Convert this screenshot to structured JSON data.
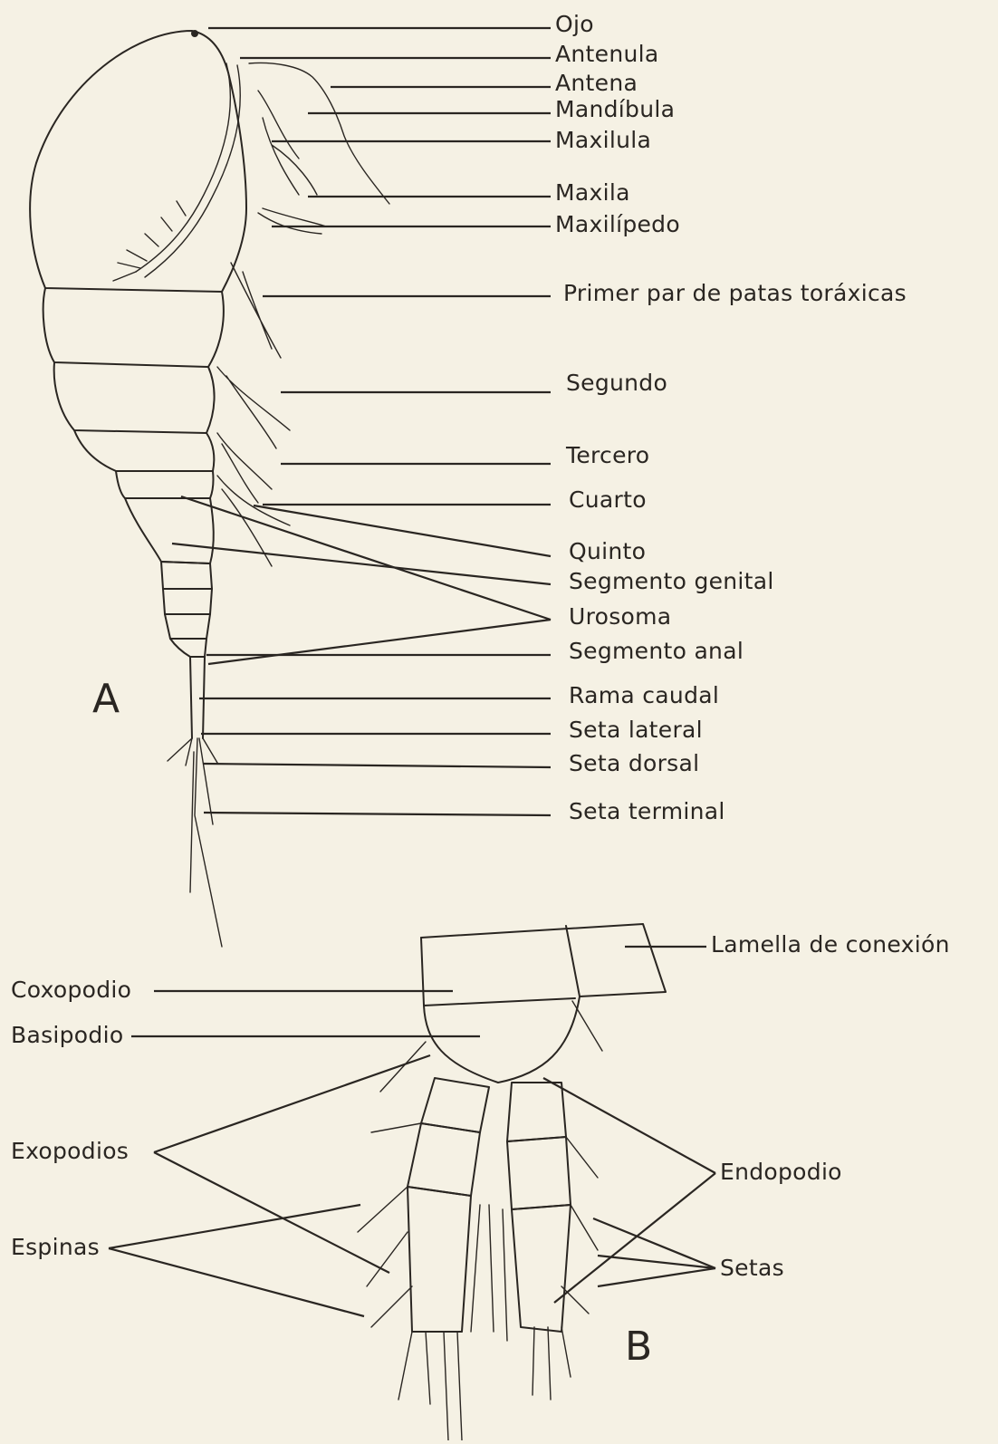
{
  "panels": {
    "a": "A",
    "b": "B"
  },
  "labels_a": [
    "Ojo",
    "Antenula",
    "Antena",
    "Mandíbula",
    "Maxilula",
    "Maxila",
    "Maxilípedo",
    "Primer par de patas toráxicas",
    "Segundo",
    "Tercero",
    "Cuarto",
    "Quinto",
    "Segmento genital",
    "Urosoma",
    "Segmento anal",
    "Rama caudal",
    "Seta lateral",
    "Seta dorsal",
    "Seta terminal"
  ],
  "labels_b": {
    "lamella": "Lamella de conexión",
    "coxopodio": "Coxopodio",
    "basipodio": "Basipodio",
    "exopodios": "Exopodios",
    "espinas": "Espinas",
    "endopodio": "Endopodio",
    "setas": "Setas"
  },
  "colors": {
    "ink": "#2a2622",
    "paper": "#f5f1e4"
  }
}
